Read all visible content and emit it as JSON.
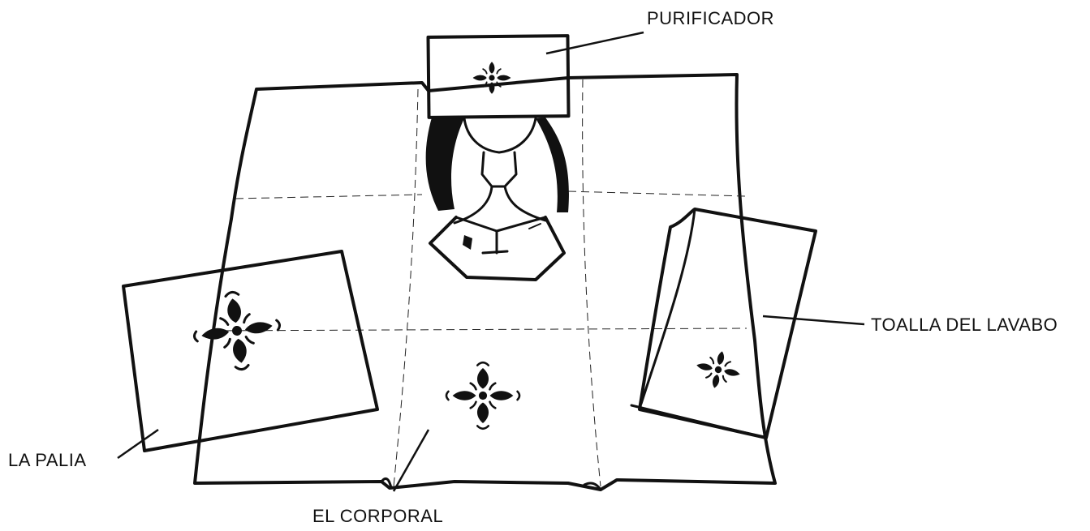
{
  "labels": {
    "purificador": "PURIFICADOR",
    "toalla": "TOALLA DEL LAVABO",
    "palia": "LA PALIA",
    "corporal": "EL CORPORAL"
  },
  "colors": {
    "ink": "#111111",
    "paper": "#ffffff"
  }
}
